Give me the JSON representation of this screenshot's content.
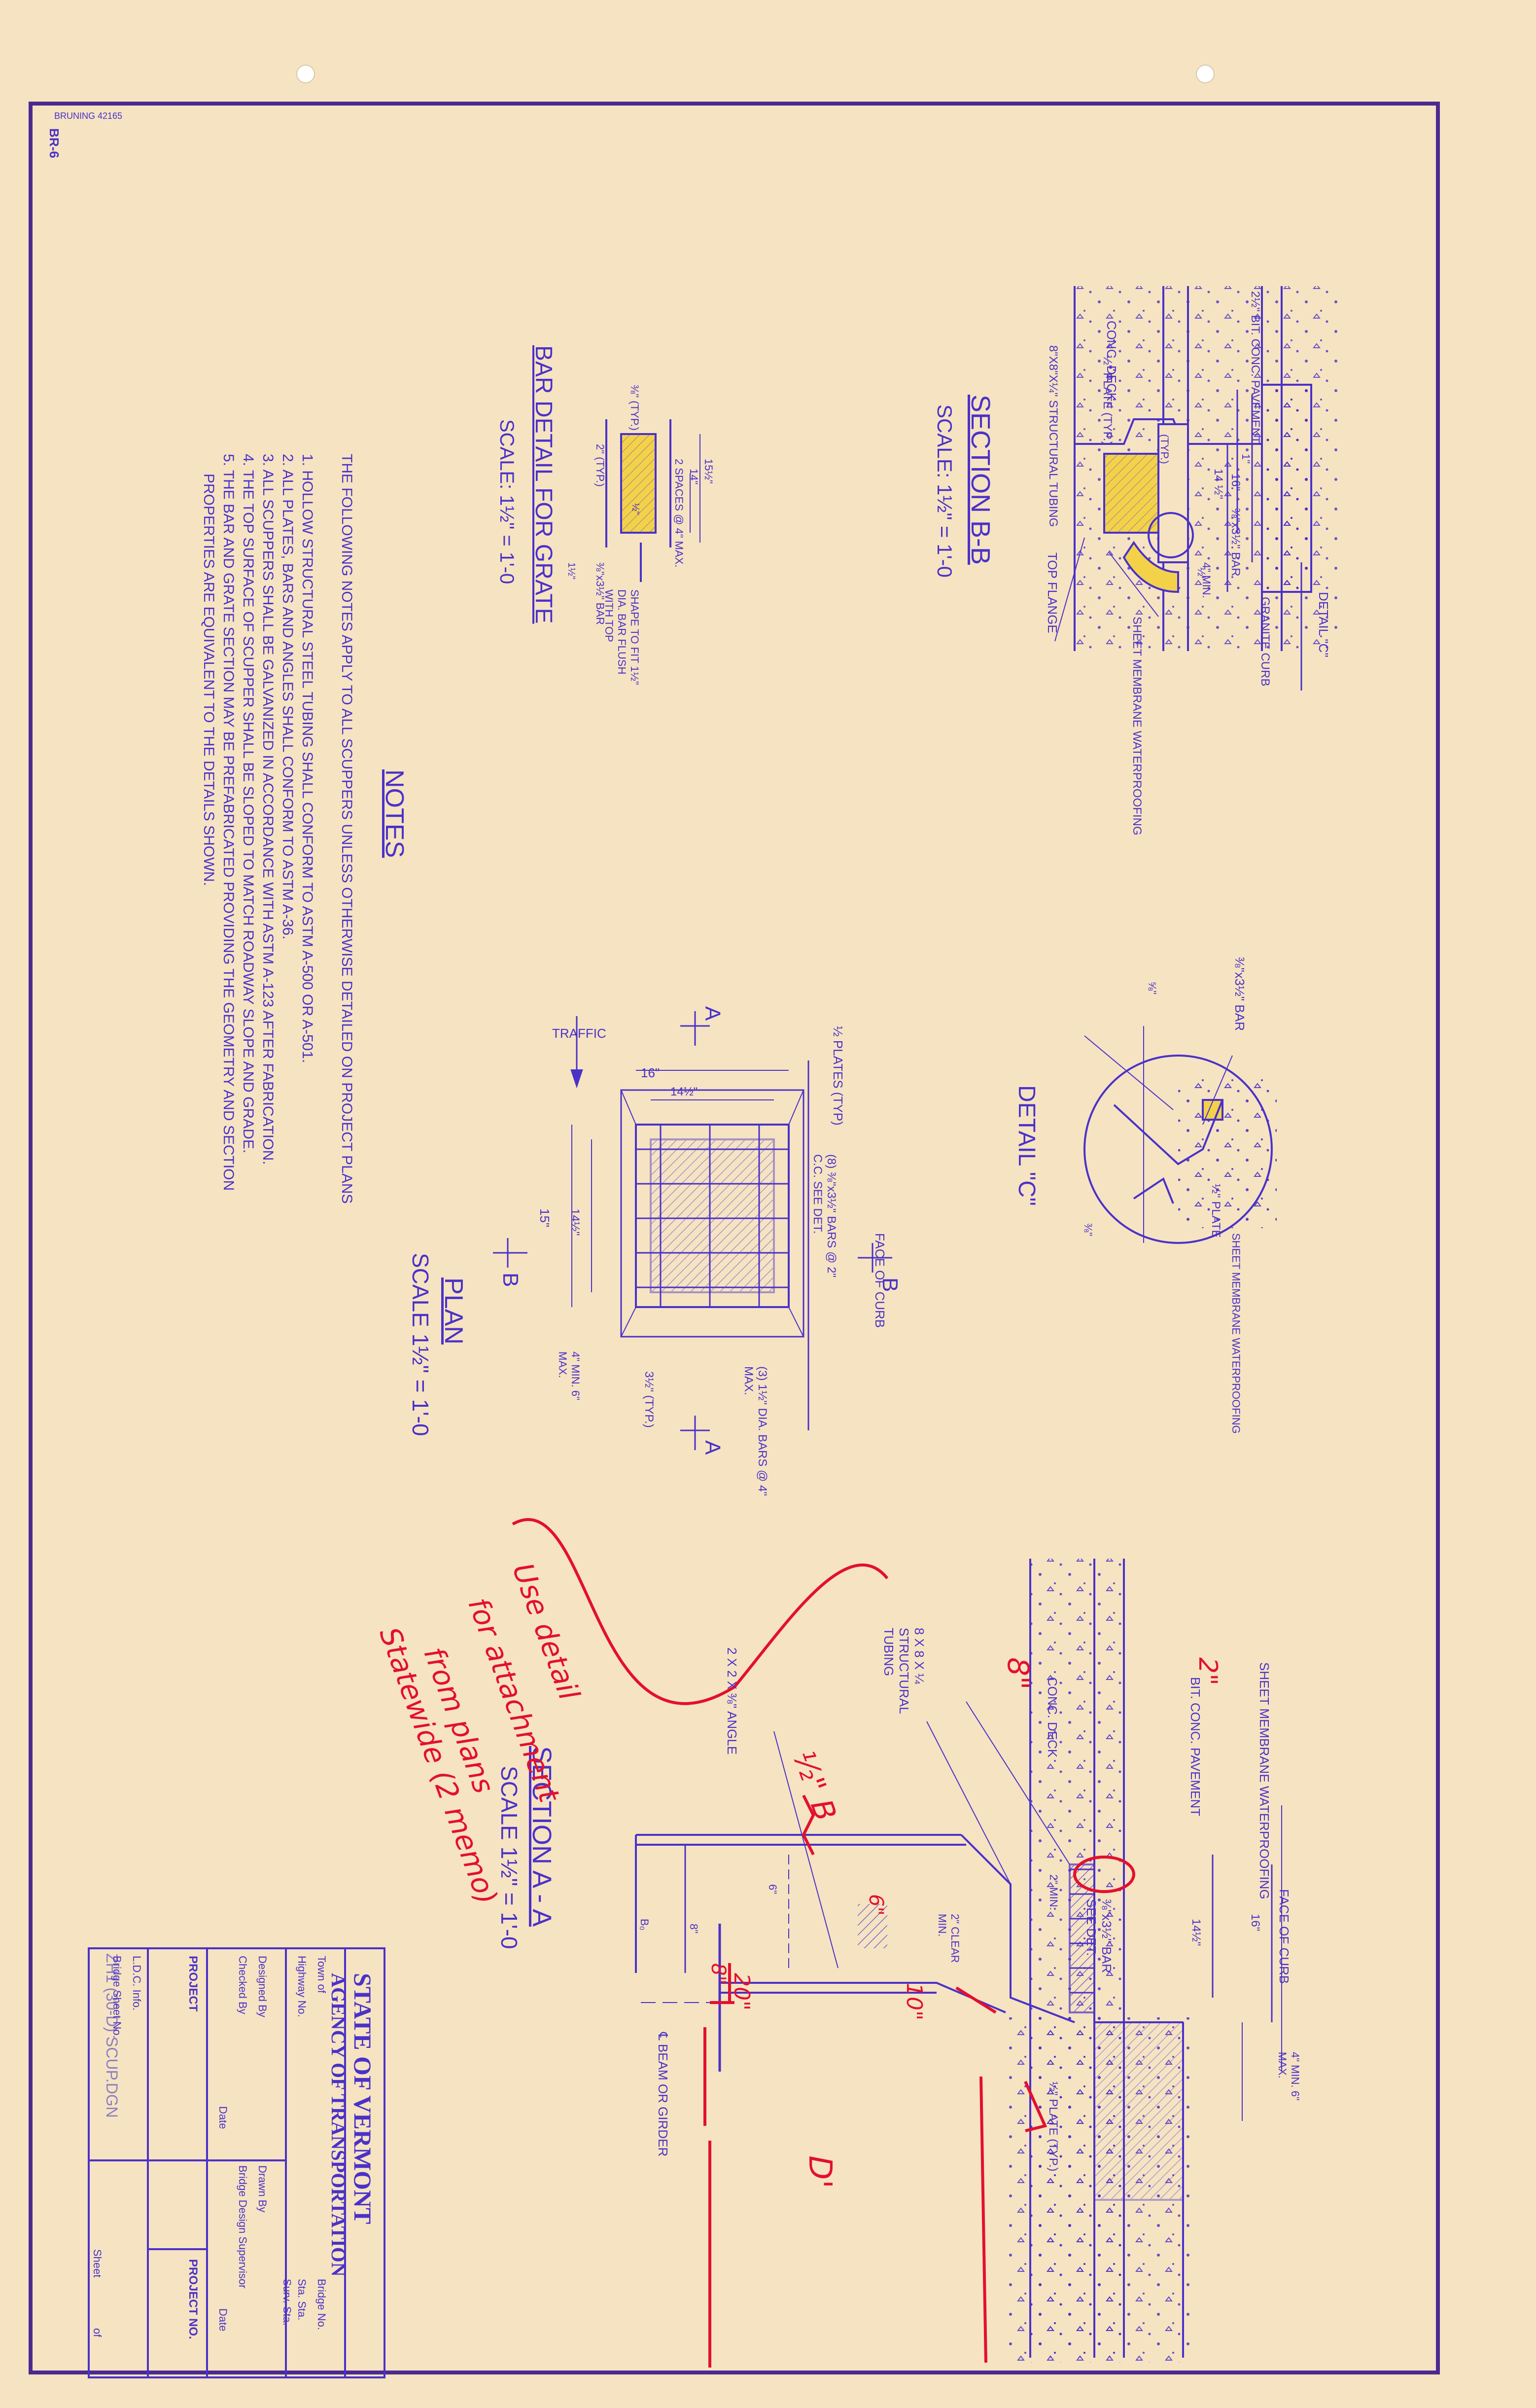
{
  "sheet_ids": {
    "left_top_code": "BRUNING 42165",
    "sheet_tag": "BR-6",
    "file_ref": "ZH1 (30-D) SCUP.DGN"
  },
  "section_bb": {
    "title": "SECTION B-B",
    "scale": "SCALE: 1½\" = 1'-0",
    "labels": [
      "DETAIL \"C\"",
      "2½\" BIT. CONC. PAVEMENT",
      "CONC. DECK",
      "½\" PLATE (TYP.)",
      "8\"X8\"X¼\" STRUCTURAL TUBING",
      "TOP FLANGE",
      "SHEET MEMBRANE WATERPROOFING",
      "GRANITE CURB",
      "4\" MIN.",
      "16\"",
      "14 ½\"",
      "⅜\"x3½\" BAR",
      "(TYP.)",
      "½\"",
      "1\""
    ]
  },
  "bar_detail": {
    "title": "BAR DETAIL FOR GRATE",
    "scale": "SCALE: 1½\" = 1'-0",
    "labels": [
      "⅜\" (TYP.)",
      "2\" (TYP.)",
      "15½\"",
      "14\"",
      "2 SPACES @ 4\" MAX.",
      "½\"",
      "⅜\"x3½\" BAR",
      "1½\"",
      "SHAPE TO FIT 1½\" DIA. BAR FLUSH WITH TOP"
    ]
  },
  "detail_c": {
    "title": "DETAIL \"C\"",
    "labels": [
      "⅜\"x3½\" BAR",
      "⅝\"",
      "½\" PLATE",
      "SHEET MEMBRANE WATERPROOFING",
      "⅜\""
    ]
  },
  "plan": {
    "title": "PLAN",
    "scale": "SCALE 1½\" = 1'-0",
    "traffic": "TRAFFIC",
    "labels": [
      "½ PLATES (TYP)",
      "16\"",
      "14½\"",
      "15\"",
      "14½\"",
      "(8) ⅜\"x3½\" BARS @ 2\" C.C. SEE DET.",
      "FACE OF CURB",
      "(3) 1½\" DIA. BARS @ 4\" MAX.",
      "3½\" (TYP.)",
      "4\" MIN. 6\" MAX."
    ],
    "section_marks": [
      "A",
      "A",
      "B",
      "B"
    ]
  },
  "notes": {
    "title": "NOTES",
    "intro": "THE FOLLOWING NOTES APPLY TO ALL SCUPPERS UNLESS OTHERWISE DETAILED ON PROJECT PLANS",
    "items": [
      "1. HOLLOW STRUCTURAL STEEL TUBING SHALL CONFORM TO ASTM A-500 OR A-501.",
      "2. ALL PLATES, BARS AND ANGLES SHALL CONFORM TO ASTM A-36.",
      "3. ALL SCUPPERS SHALL BE GALVANIZED IN ACCORDANCE WITH ASTM A-123 AFTER FABRICATION.",
      "4. THE TOP SURFACE OF SCUPPER SHALL BE SLOPED TO MATCH ROADWAY SLOPE AND GRADE.",
      "5. THE BAR AND GRATE SECTION MAY BE PREFABRICATED PROVIDING THE GEOMETRY AND SECTION",
      "PROPERTIES ARE EQUIVALENT TO THE DETAILS SHOWN."
    ]
  },
  "section_aa": {
    "title": "SECTION A - A",
    "scale": "SCALE 1½\" = 1'-0",
    "labels": [
      "SHEET MEMBRANE WATERPROOFING",
      "BIT. CONC. PAVEMENT",
      "CONC. DECK",
      "8 X 8 X ¼ STRUCTURAL TUBING",
      "2 X 2 X ⅜\" ANGLE",
      "FACE OF CURB",
      "16\"",
      "14½\"",
      "⅜\"x3½\" BAR SEE DET.",
      "2\" MIN.",
      "2\" CLEAR MIN.",
      "4\" MIN. 6\" MAX.",
      "½\" PLATE (TYP.)",
      "6\"",
      "8\"",
      "B₀",
      "℄ BEAM OR GIRDER"
    ]
  },
  "annotations_red": {
    "note1": "Use detail",
    "note2": "for attachment",
    "note3": "from plans",
    "note4": "Statewide (2 memo)",
    "dims": [
      "2\"",
      "8\"",
      "20\"",
      "8\"",
      "10\"",
      "D'",
      "6\"",
      "½\" B"
    ]
  },
  "title_block": {
    "state": "STATE OF VERMONT",
    "agency": "AGENCY OF TRANSPORTATION",
    "town": "Town of",
    "highway": "Highway No.",
    "bridge": "Bridge No.",
    "sta": "Sta. Sta.",
    "surv": "Surv. Sta.",
    "designed": "Designed By",
    "drawn": "Drawn By",
    "checked": "Checked By",
    "date1": "Date",
    "supervisor": "Bridge Design Supervisor",
    "date2": "Date",
    "project": "PROJECT",
    "project_no": "PROJECT NO.",
    "ldc": "L.D.C. Info.",
    "bridge_sheet": "Bridge Sheet No.",
    "sheet": "Sheet",
    "of": "of"
  },
  "colors": {
    "paper": "#f6e3c2",
    "ink": "#4a32c8",
    "border": "#4b2a90",
    "red": "#e3102e",
    "yellow": "#f3d24a"
  }
}
